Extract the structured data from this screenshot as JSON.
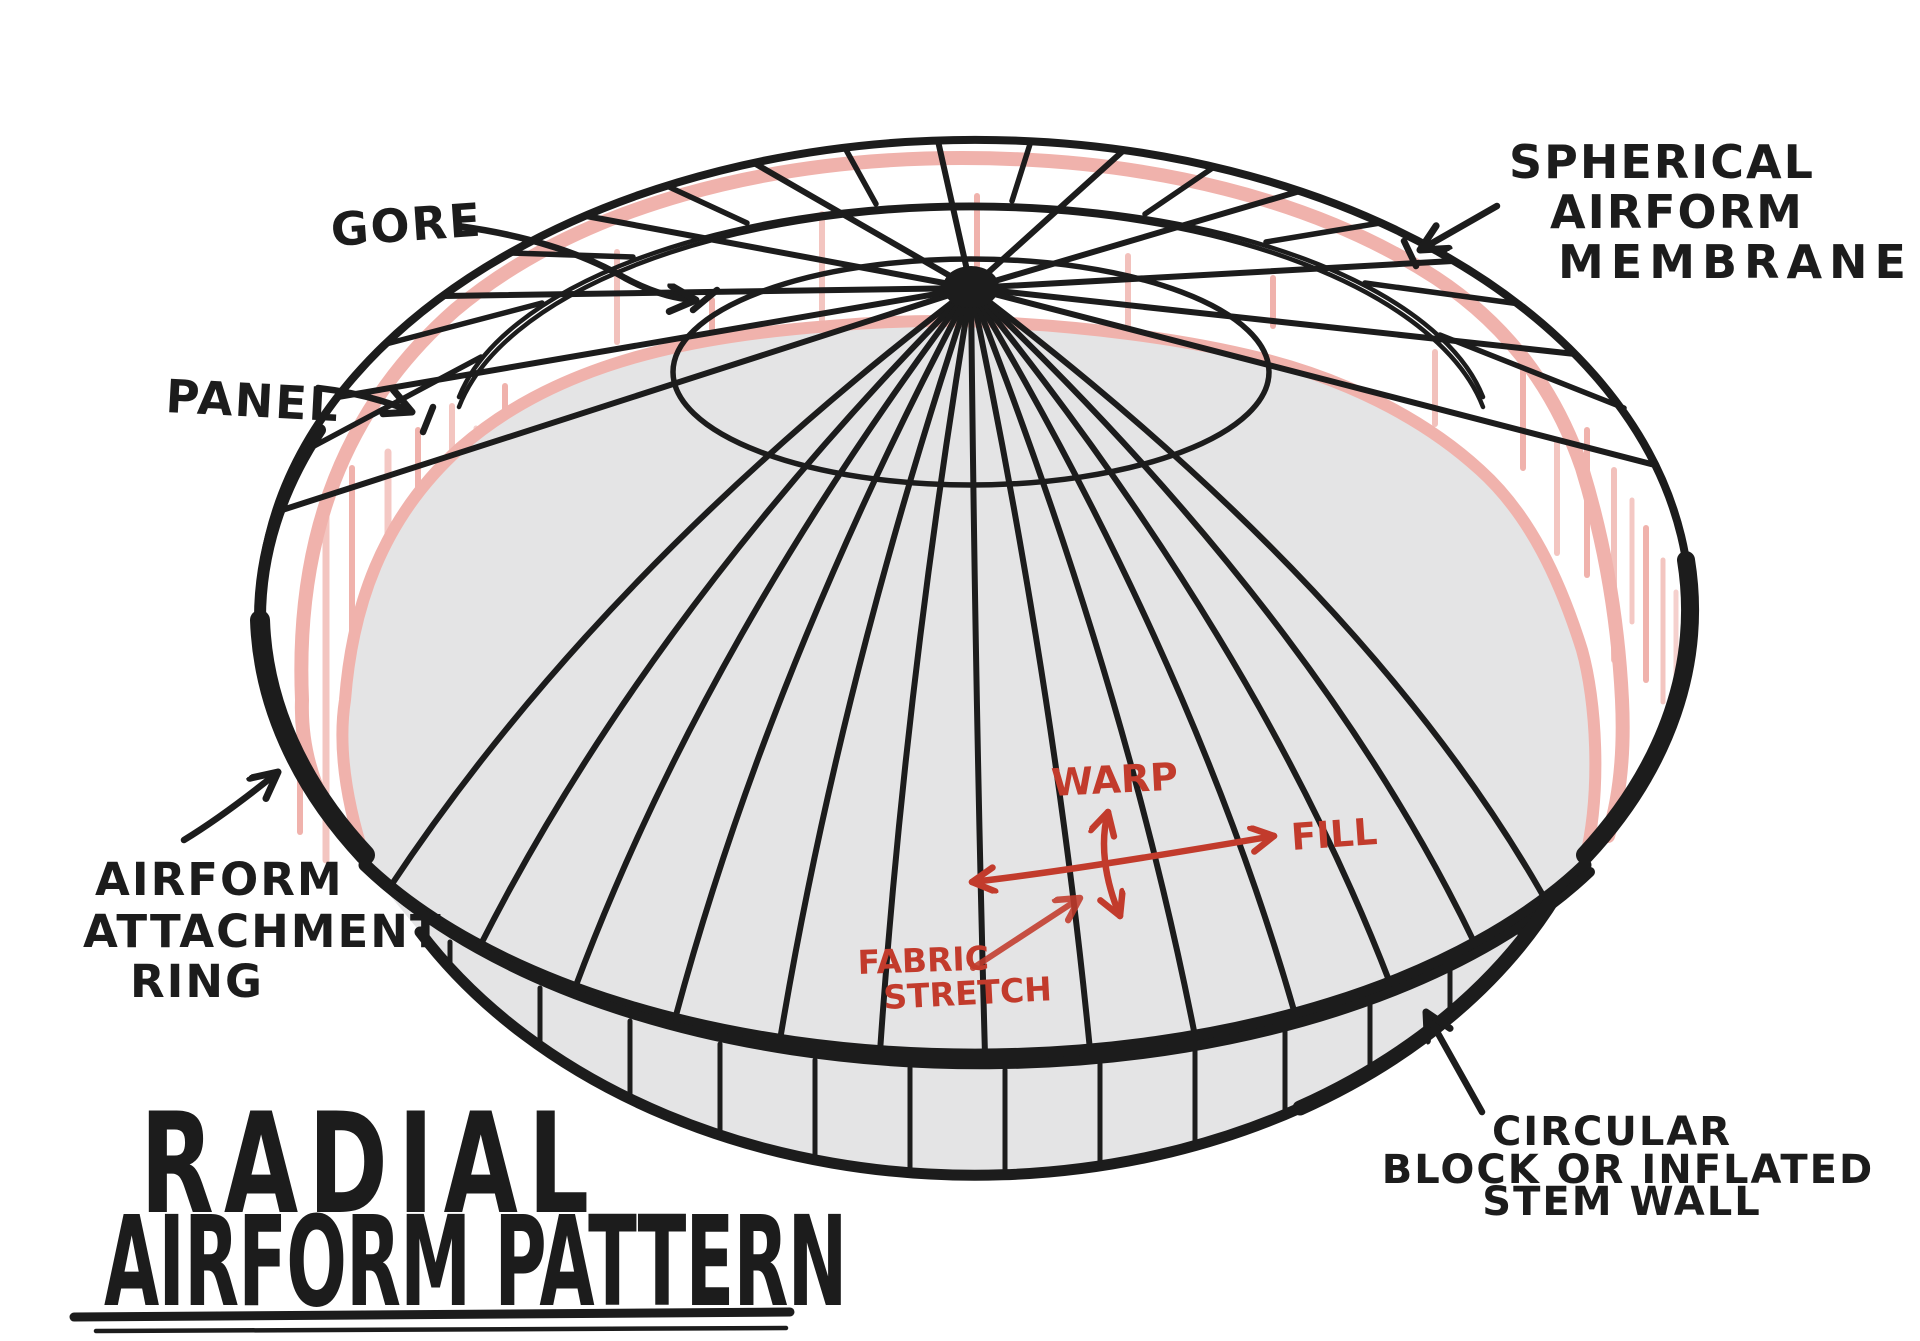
{
  "diagram": {
    "title": {
      "line1": "RADIAL",
      "line2": "AIRFORM PATTERN"
    },
    "callouts": {
      "gore": {
        "label": "GORE"
      },
      "panel": {
        "label": "PANEL"
      },
      "membrane": {
        "lines": [
          "SPHERICAL",
          "AIRFORM",
          "MEMBRANE"
        ]
      },
      "attachment_ring": {
        "lines": [
          "AIRFORM",
          "ATTACHMENT",
          "RING"
        ]
      },
      "stem_wall": {
        "lines": [
          "CIRCULAR",
          "BLOCK OR INFLATED",
          "STEM WALL"
        ]
      }
    },
    "fabric_annotations": {
      "warp": "WARP",
      "fill": "FILL",
      "stretch_line1": "FABRIC",
      "stretch_line2": "STRETCH"
    },
    "colors": {
      "ink": "#1c1c1c",
      "red": "#c23b2c",
      "pink_band": "#f0b2ac",
      "pink_light": "#f6c9c3",
      "surface": "#e4e4e5",
      "background": "#ffffff"
    }
  }
}
